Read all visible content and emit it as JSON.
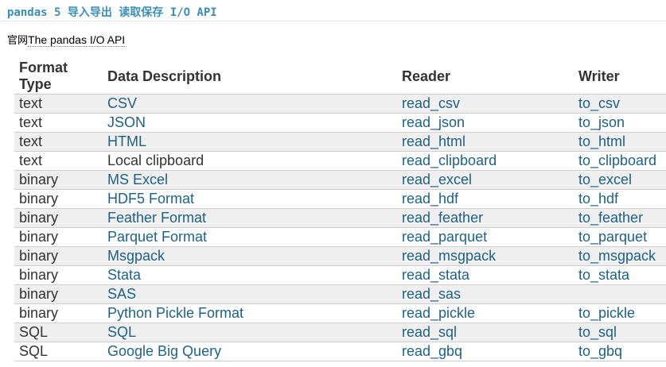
{
  "page": {
    "heading": "pandas 5 导入导出 读取保存 I/O API",
    "doc_prefix": "官网",
    "doc_link": "The pandas I/O API"
  },
  "table": {
    "headers": [
      "Format Type",
      "Data Description",
      "Reader",
      "Writer"
    ],
    "rows": [
      {
        "type": "text",
        "description": "CSV",
        "reader": "read_csv",
        "writer": "to_csv",
        "description_is_link": true
      },
      {
        "type": "text",
        "description": "JSON",
        "reader": "read_json",
        "writer": "to_json",
        "description_is_link": true
      },
      {
        "type": "text",
        "description": "HTML",
        "reader": "read_html",
        "writer": "to_html",
        "description_is_link": true
      },
      {
        "type": "text",
        "description": "Local clipboard",
        "reader": "read_clipboard",
        "writer": "to_clipboard",
        "description_is_link": false
      },
      {
        "type": "binary",
        "description": "MS Excel",
        "reader": "read_excel",
        "writer": "to_excel",
        "description_is_link": true
      },
      {
        "type": "binary",
        "description": "HDF5 Format",
        "reader": "read_hdf",
        "writer": "to_hdf",
        "description_is_link": true
      },
      {
        "type": "binary",
        "description": "Feather Format",
        "reader": "read_feather",
        "writer": "to_feather",
        "description_is_link": true
      },
      {
        "type": "binary",
        "description": "Parquet Format",
        "reader": "read_parquet",
        "writer": "to_parquet",
        "description_is_link": true
      },
      {
        "type": "binary",
        "description": "Msgpack",
        "reader": "read_msgpack",
        "writer": "to_msgpack",
        "description_is_link": true
      },
      {
        "type": "binary",
        "description": "Stata",
        "reader": "read_stata",
        "writer": "to_stata",
        "description_is_link": true
      },
      {
        "type": "binary",
        "description": "SAS",
        "reader": "read_sas",
        "writer": "",
        "description_is_link": true
      },
      {
        "type": "binary",
        "description": "Python Pickle Format",
        "reader": "read_pickle",
        "writer": "to_pickle",
        "description_is_link": true
      },
      {
        "type": "SQL",
        "description": "SQL",
        "reader": "read_sql",
        "writer": "to_sql",
        "description_is_link": true
      },
      {
        "type": "SQL",
        "description": "Google Big Query",
        "reader": "read_gbq",
        "writer": "to_gbq",
        "description_is_link": true
      }
    ]
  },
  "colors": {
    "heading": "#3a8fb8",
    "link": "#1f6287",
    "text": "#333333",
    "row_shade": "#efefef",
    "row_border": "#cfcfcf"
  }
}
